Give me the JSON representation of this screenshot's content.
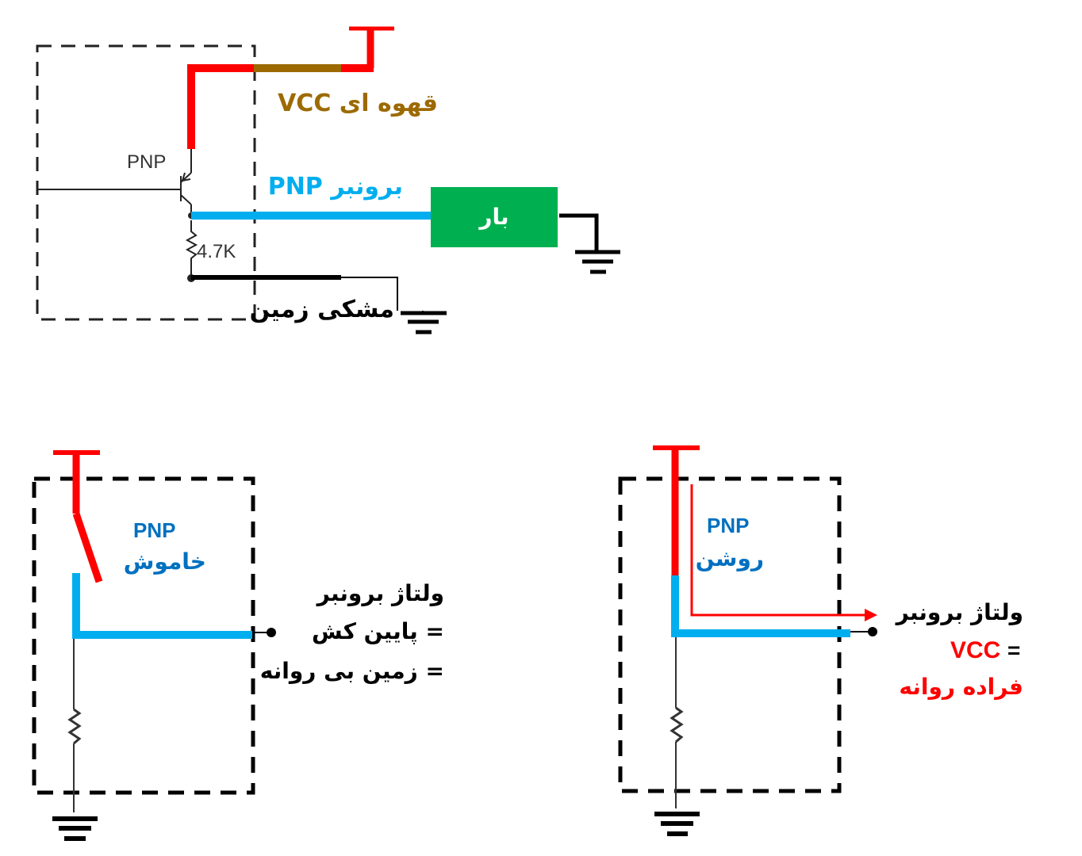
{
  "colors": {
    "vcc_red": "#ff0000",
    "vcc_brown": "#9c6a00",
    "output_blue": "#00aeef",
    "ground_black": "#000000",
    "load_green": "#00b050",
    "label_blue": "#0070c0",
    "text_dark": "#000000"
  },
  "top_diagram": {
    "transistor_label": "PNP",
    "resistor_label": "4.7K",
    "vcc_wire_label": "قهوه ای VCC",
    "output_wire_label": "برونبر PNP",
    "load_label": "بار",
    "ground_wire_label": "مشکی زمین"
  },
  "left_diagram": {
    "state_title": "PNP",
    "state_label": "خاموش",
    "output_text": [
      "ولتاژ برونبر",
      "= پایین کش",
      "= زمین بی روانه"
    ]
  },
  "right_diagram": {
    "state_title": "PNP",
    "state_label": "روشن",
    "output_text_line1": "ولتاژ برونبر",
    "output_text_line2_eq": "=",
    "output_text_line2_value": "VCC",
    "output_text_line3": "فراده روانه"
  }
}
